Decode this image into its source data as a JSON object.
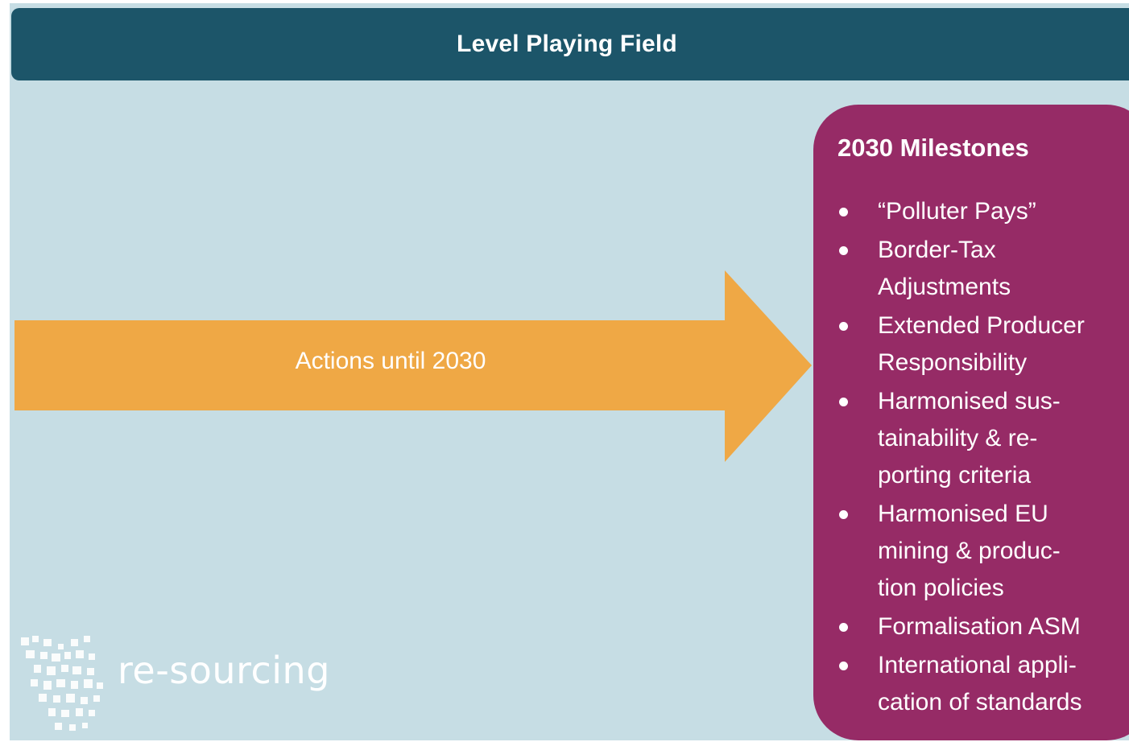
{
  "title": "Level Playing Field",
  "arrow": {
    "label": "Actions until 2030"
  },
  "milestones": {
    "heading": "2030 Milestones",
    "items": [
      "“Polluter Pays”",
      "Border-Tax\nAdjustments",
      "Extended Producer\nResponsibility",
      "Harmonised sus-\ntainability & re-\nporting criteria",
      "Harmonised EU\nmining & produc-\ntion policies",
      "Formalisation ASM",
      "International appli-\ncation of standards"
    ]
  },
  "logo": {
    "text": "re-sourcing",
    "icon": "checkered-pattern-icon"
  },
  "colors": {
    "background": "#c6dde4",
    "title_bar": "#1c5569",
    "arrow": "#efa845",
    "milestones_box": "#962b66",
    "text": "#ffffff"
  }
}
